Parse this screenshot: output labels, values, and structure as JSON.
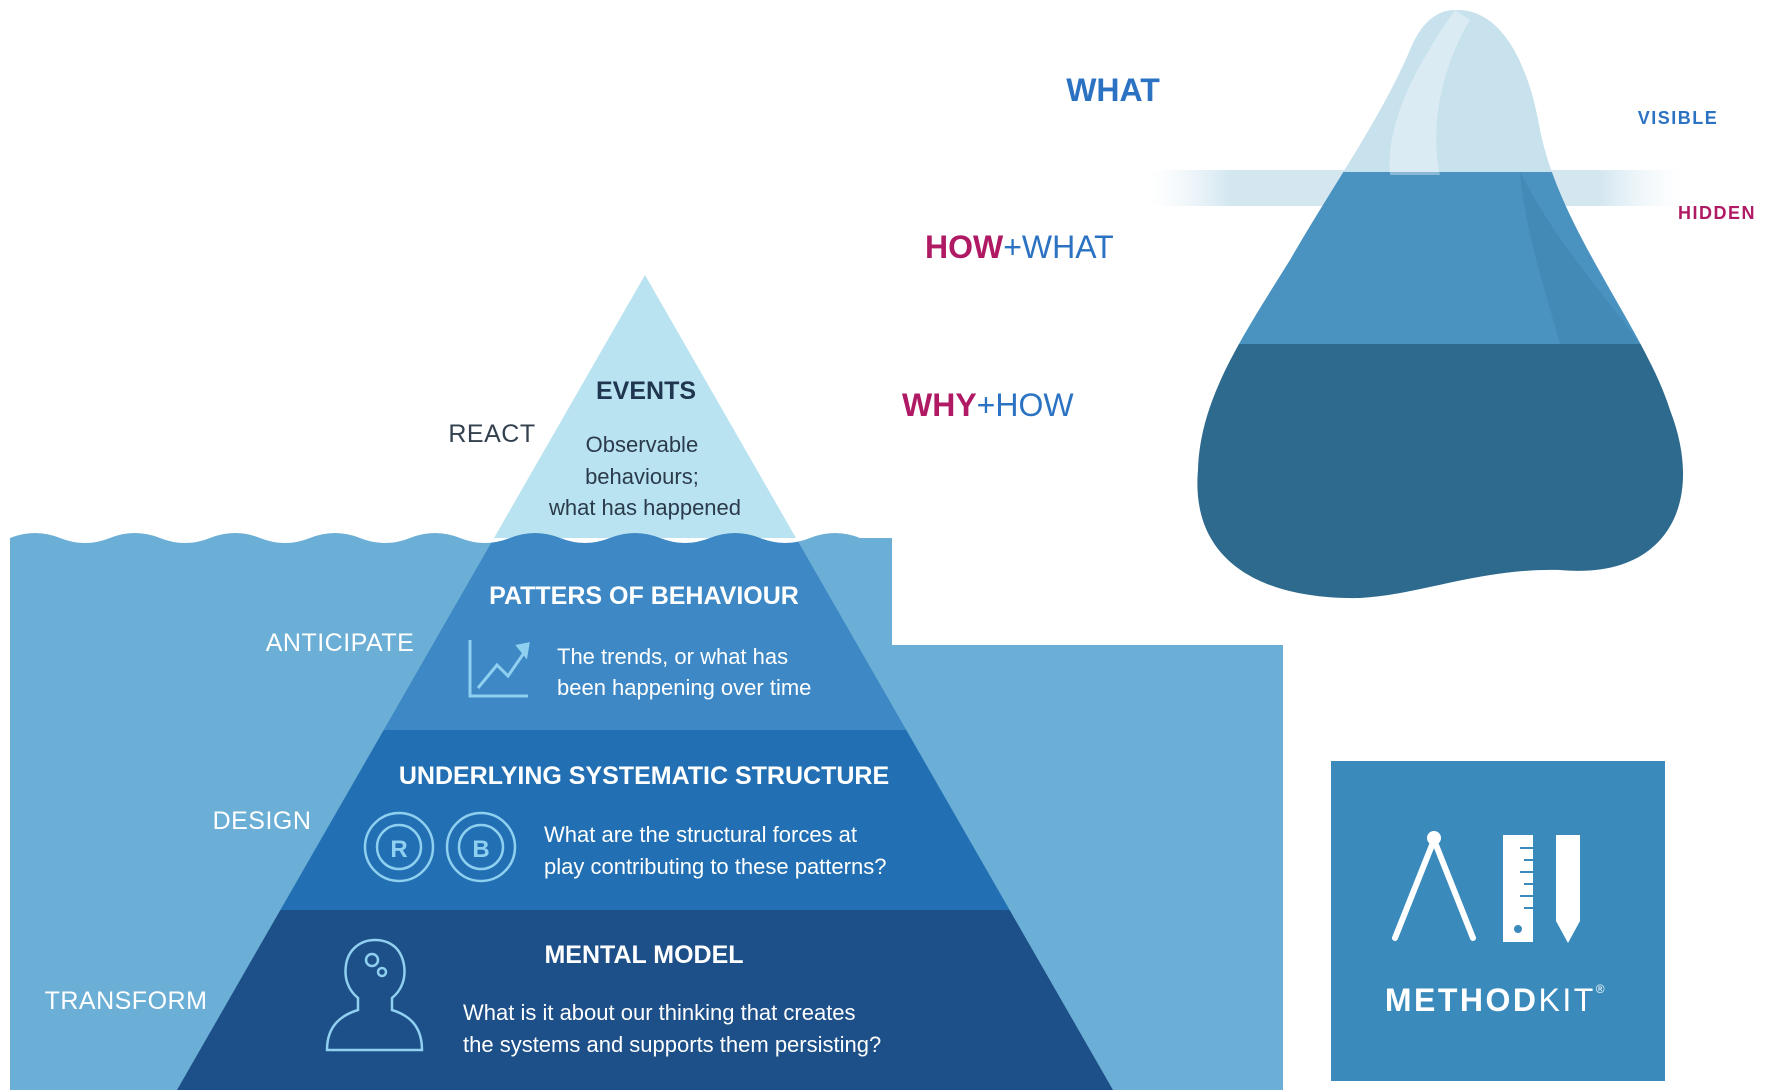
{
  "iceberg_model": {
    "layers": [
      {
        "mode": "REACT",
        "title": "EVENTS",
        "desc": [
          "Observable",
          "behaviours;",
          "what has happened"
        ],
        "icon": "none"
      },
      {
        "mode": "ANTICIPATE",
        "title": "PATTERS OF BEHAVIOUR",
        "desc": [
          "The trends, or what has",
          "been happening over time"
        ],
        "icon": "trend-chart-icon"
      },
      {
        "mode": "DESIGN",
        "title": "UNDERLYING SYSTEMATIC STRUCTURE",
        "desc": [
          "What are the structural forces at",
          "play contributing to these patterns?"
        ],
        "icon": "feedback-loops-icon",
        "loop_labels": [
          "R",
          "B"
        ]
      },
      {
        "mode": "TRANSFORM",
        "title": "MENTAL MODEL",
        "desc": [
          "What is it about our thinking that creates",
          "the systems and supports them persisting?"
        ],
        "icon": "head-gears-icon"
      }
    ]
  },
  "iceberg_questions": {
    "what": "WHAT",
    "how": {
      "strong": "HOW",
      "rest": "+WHAT"
    },
    "why": {
      "strong": "WHY",
      "rest": "+HOW"
    },
    "visible": "VISIBLE",
    "hidden": "HIDDEN"
  },
  "logo": {
    "bold": "METHOD",
    "light": "KIT",
    "mark": "®"
  },
  "colors": {
    "water": "#6bafd6",
    "tip": "#b9e3f0",
    "layer2": "#3d88c5",
    "layer3": "#2270b3",
    "layer4": "#1d4f88",
    "ice_top": "#c7e1ed",
    "ice_mid": "#4a93c0",
    "ice_deep": "#2e6a8e",
    "what_blue": "#2b73c2",
    "magenta": "#b01a64",
    "logo_bg": "#3a8bbc"
  }
}
